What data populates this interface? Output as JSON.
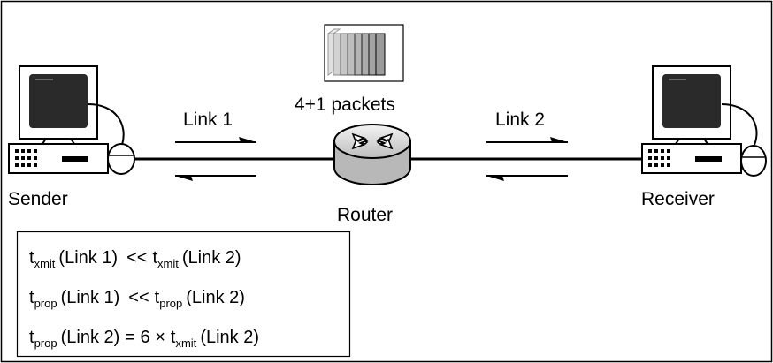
{
  "labels": {
    "link1": "Link 1",
    "link2": "Link 2",
    "packets": "4+1 packets",
    "sender": "Sender",
    "router": "Router",
    "receiver": "Receiver"
  },
  "formulas": [
    {
      "var": "t",
      "sub": "xmit",
      "arg": "(Link 1)",
      "op": "<<",
      "rhs_var": "t",
      "rhs_sub": "xmit",
      "rhs_arg": "(Link 2)"
    },
    {
      "var": "t",
      "sub": "prop",
      "arg": "(Link 1)",
      "op": "<<",
      "rhs_var": "t",
      "rhs_sub": "prop",
      "rhs_arg": "(Link 2)"
    },
    {
      "var": "t",
      "sub": "prop",
      "arg": "(Link 2)",
      "op": "= 6 ×",
      "rhs_var": "t",
      "rhs_sub": "xmit",
      "rhs_arg": "(Link 2)"
    }
  ],
  "icons": {
    "sender": "desktop-computer-icon",
    "receiver": "desktop-computer-icon",
    "router": "router-icon",
    "packets": "packet-stack-icon"
  }
}
